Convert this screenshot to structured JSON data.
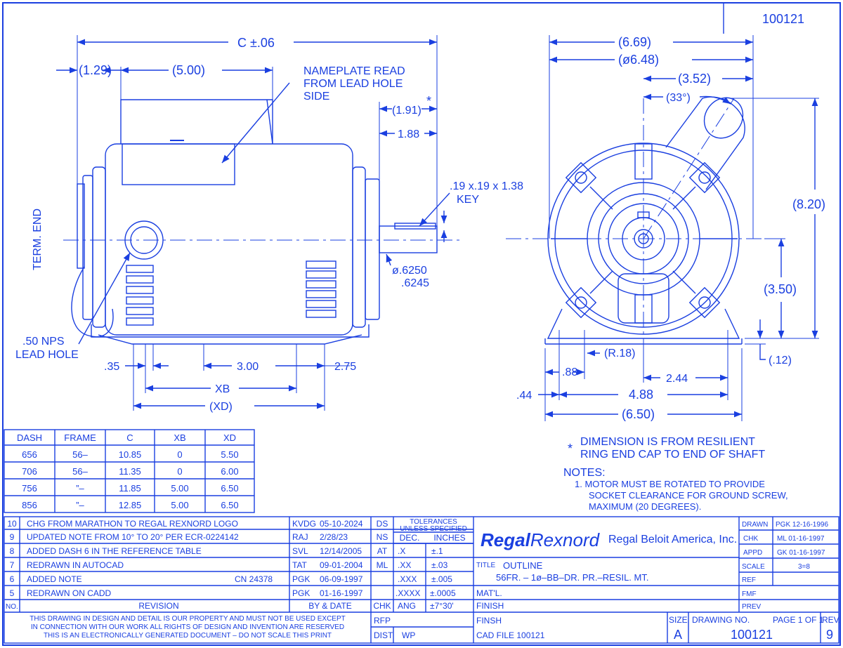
{
  "colors": {
    "ink": "#1a3fe0",
    "paper": "#ffffff"
  },
  "drawing_number_top": "100121",
  "side_view": {
    "c_dim": "C ±.06",
    "dim_129": "(1.29)",
    "dim_500": "(5.00)",
    "nameplate": [
      "NAMEPLATE READ",
      "FROM LEAD HOLE",
      "SIDE"
    ],
    "dim_191": "(1.91)",
    "asterisk": "*",
    "dim_188": "1.88",
    "key_label": [
      ".19 x.19 x 1.38",
      "KEY"
    ],
    "shaft_dia": [
      "ø.6250",
      ".6245"
    ],
    "term_end": "TERM. END",
    "lead_hole": [
      ".50 NPS",
      "LEAD HOLE"
    ],
    "dim_035": ".35",
    "dim_300": "3.00",
    "dim_275": "2.75",
    "xb": "XB",
    "xd": "(XD)"
  },
  "end_view": {
    "dim_669": "(6.69)",
    "dim_648": "(ø6.48)",
    "dim_352": "(3.52)",
    "dim_33": "(33°)",
    "dim_820": "(8.20)",
    "dim_350": "(3.50)",
    "dim_012": "(.12)",
    "dim_r18": "(R.18)",
    "dim_088": ".88",
    "dim_244": "2.44",
    "dim_044": ".44",
    "dim_488": "4.88",
    "dim_650": "(6.50)"
  },
  "footnote": {
    "star": "*",
    "lines": [
      "DIMENSION IS FROM RESILIENT",
      "RING END CAP TO END OF SHAFT"
    ]
  },
  "notes": {
    "heading": "NOTES:",
    "lines": [
      "1. MOTOR MUST BE ROTATED TO PROVIDE",
      "SOCKET CLEARANCE FOR GROUND SCREW,",
      "MAXIMUM (20 DEGREES)."
    ]
  },
  "dash_table": {
    "headers": [
      "DASH",
      "FRAME",
      "C",
      "XB",
      "XD"
    ],
    "rows": [
      [
        "656",
        "56–",
        "10.85",
        "0",
        "5.50"
      ],
      [
        "706",
        "56–",
        "11.35",
        "0",
        "6.00"
      ],
      [
        "756",
        "”–",
        "11.85",
        "5.00",
        "6.50"
      ],
      [
        "856",
        "”–",
        "12.85",
        "5.00",
        "6.50"
      ]
    ]
  },
  "revisions": [
    {
      "no": "10",
      "desc": "CHG FROM MARATHON TO REGAL REXNORD LOGO",
      "ecr": "",
      "by": "KVDG",
      "date": "05-10-2024",
      "chk": "DS"
    },
    {
      "no": "9",
      "desc": "UPDATED NOTE FROM 10° TO 20° PER ECR-0224142",
      "ecr": "",
      "by": "RAJ",
      "date": "2/28/23",
      "chk": "NS"
    },
    {
      "no": "8",
      "desc": "ADDED DASH 6 IN THE REFERENCE TABLE",
      "ecr": "",
      "by": "SVL",
      "date": "12/14/2005",
      "chk": "AT"
    },
    {
      "no": "7",
      "desc": "REDRAWN IN AUTOCAD",
      "ecr": "",
      "by": "TAT",
      "date": "09-01-2004",
      "chk": "ML"
    },
    {
      "no": "6",
      "desc": "ADDED NOTE",
      "ecr": "CN 24378",
      "by": "PGK",
      "date": "06-09-1997",
      "chk": ""
    },
    {
      "no": "5",
      "desc": "REDRAWN ON CADD",
      "ecr": "",
      "by": "PGK",
      "date": "01-16-1997",
      "chk": ""
    }
  ],
  "rev_header": {
    "no": "NO.",
    "revision": "REVISION",
    "bydate": "BY & DATE",
    "chk": "CHK"
  },
  "tolerances": {
    "title": [
      "TOLERANCES",
      "UNLESS SPECIFIED"
    ],
    "col_dec": "DEC.",
    "col_in": "INCHES",
    "rows": [
      [
        ".X",
        "±.1"
      ],
      [
        ".XX",
        "±.03"
      ],
      [
        ".XXX",
        "±.005"
      ],
      [
        ".XXXX",
        "±.0005"
      ],
      [
        "ANG",
        "±7°30'"
      ]
    ]
  },
  "company": {
    "logo_a": "Regal",
    "logo_b": "Rexnord",
    "name": "Regal Beloit America, Inc."
  },
  "title_block": {
    "title_label": "TITLE",
    "title_1": "OUTLINE",
    "title_2": "56FR. – 1ø–BB–DR. PR.–RESIL. MT.",
    "matl": "MAT'L.",
    "finish": "FINISH",
    "finsh": "FINSH",
    "cad_file": "CAD FILE 100121",
    "rfp": "RFP",
    "dist": "DIST",
    "wp": "WP",
    "size_label": "SIZE",
    "size": "A",
    "drawing_no_label": "DRAWING NO.",
    "drawing_no": "100121",
    "page": "PAGE 1 OF 1",
    "rev_label": "REV.",
    "rev": "9"
  },
  "approvals": [
    [
      "DRAWN",
      "PGK 12-16-1996"
    ],
    [
      "CHK",
      "ML 01-16-1997"
    ],
    [
      "APPD",
      "GK 01-16-1997"
    ],
    [
      "SCALE",
      "3=8"
    ],
    [
      "REF",
      ""
    ],
    [
      "FMF",
      ""
    ],
    [
      "PREV",
      ""
    ]
  ],
  "disclaimer": [
    "THIS DRAWING IN DESIGN AND DETAIL IS OUR PROPERTY AND MUST NOT BE USED EXCEPT",
    "IN CONNECTION WITH OUR WORK ALL RIGHTS OF DESIGN AND INVENTION ARE RESERVED",
    "THIS IS AN ELECTRONICALLY GENERATED DOCUMENT – DO NOT SCALE THIS PRINT"
  ]
}
